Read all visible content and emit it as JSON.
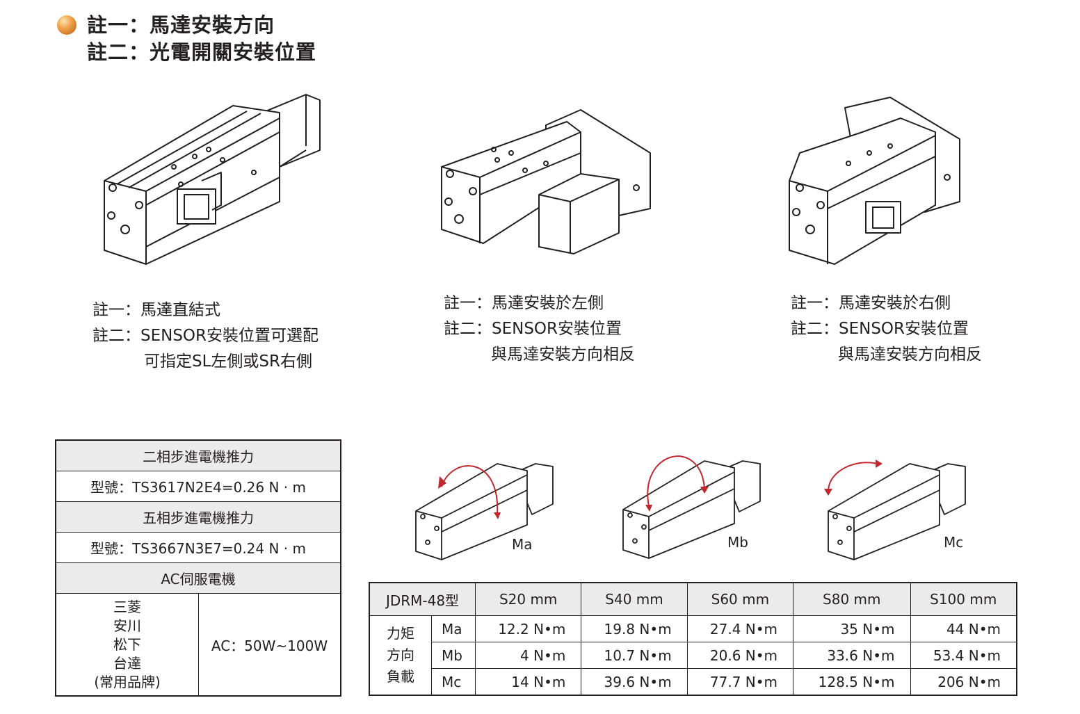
{
  "header": {
    "line1": "註一：馬達安裝方向",
    "line2": "註二：光電開關安裝位置"
  },
  "notes": [
    {
      "lines": [
        "註一：馬達直結式",
        "註二：SENSOR安裝位置可選配",
        "可指定SL左側或SR右側"
      ]
    },
    {
      "lines": [
        "註一：馬達安裝於左側",
        "註二：SENSOR安裝位置",
        "與馬達安裝方向相反"
      ]
    },
    {
      "lines": [
        "註一：馬達安裝於右側",
        "註二：SENSOR安裝位置",
        "與馬達安裝方向相反"
      ]
    }
  ],
  "moment_labels": [
    "Ma",
    "Mb",
    "Mc"
  ],
  "spec_table": {
    "two_phase_title": "二相步進電機推力",
    "two_phase_value": "型號：TS3617N2E4=0.26 N · m",
    "five_phase_title": "五相步進電機推力",
    "five_phase_value": "型號：TS3667N3E7=0.24 N · m",
    "servo_title": "AC伺服電機",
    "brands": [
      "三菱",
      "安川",
      "松下",
      "台達",
      "(常用品牌)"
    ],
    "servo_value": "AC：50W~100W"
  },
  "load_table": {
    "model": "JDRM-48型",
    "columns": [
      "S20 mm",
      "S40 mm",
      "S60 mm",
      "S80 mm",
      "S100 mm"
    ],
    "group_label": [
      "力矩",
      "方向",
      "負載"
    ],
    "rows": [
      {
        "axis": "Ma",
        "values": [
          "12.2 N•m",
          "19.8 N•m",
          "27.4 N•m",
          "35 N•m",
          "44 N•m"
        ]
      },
      {
        "axis": "Mb",
        "values": [
          "4 N•m",
          "10.7 N•m",
          "20.6 N•m",
          "33.6 N•m",
          "53.4 N•m"
        ]
      },
      {
        "axis": "Mc",
        "values": [
          "14 N•m",
          "39.6 N•m",
          "77.7 N•m",
          "128.5 N•m",
          "206 N•m"
        ]
      }
    ]
  },
  "colors": {
    "accent_arrow": "#c0282d",
    "bullet": "#e08a2e",
    "header_fill": "#ebebeb"
  }
}
